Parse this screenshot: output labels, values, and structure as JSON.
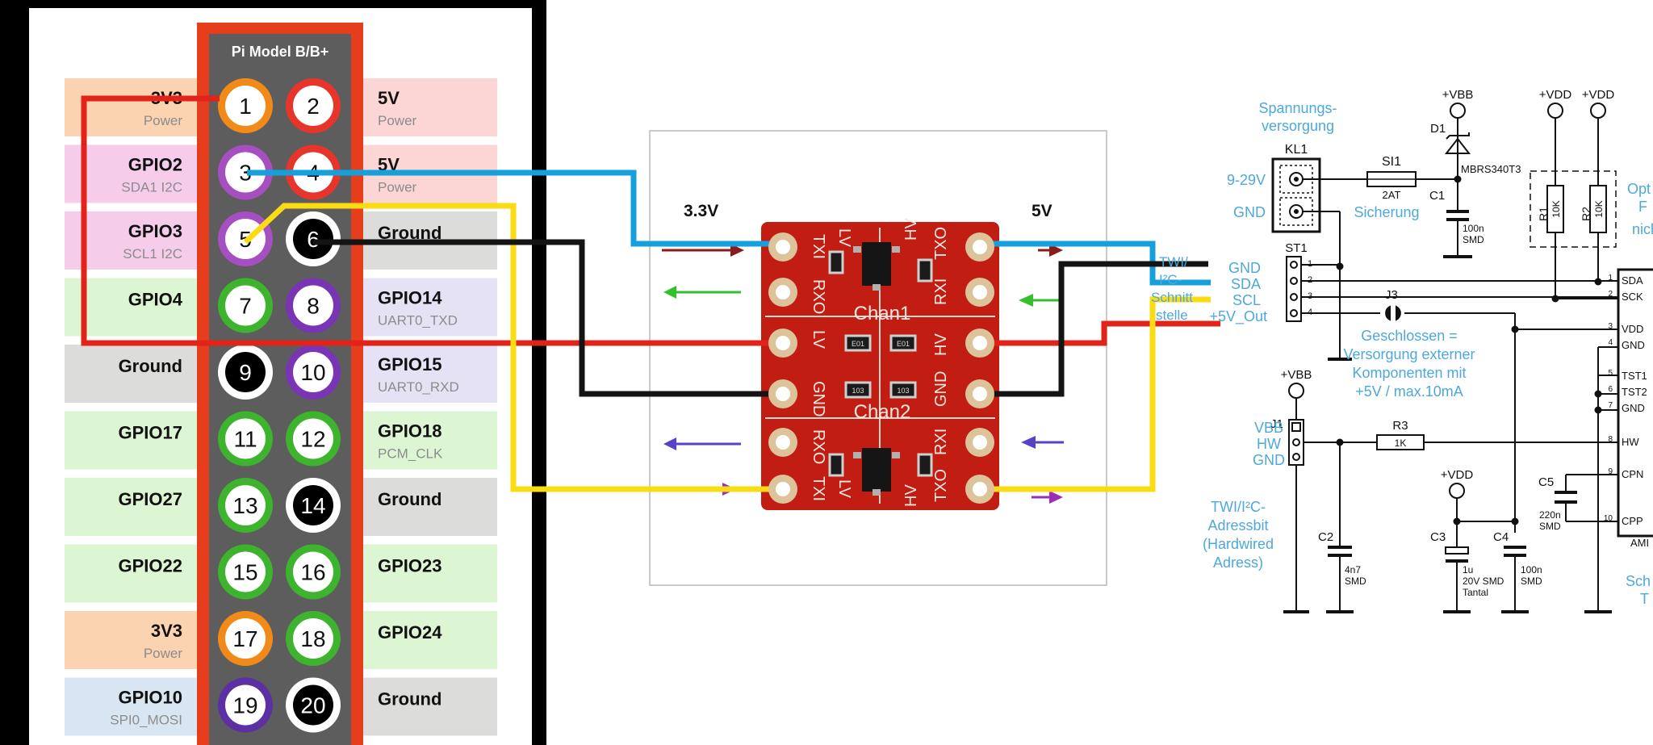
{
  "header": {
    "title": "Pi Model B/B+"
  },
  "pins": [
    {
      "num": "1",
      "ring": "#f28a1a",
      "fill": "#ffffff"
    },
    {
      "num": "2",
      "ring": "#e8352b",
      "fill": "#ffffff"
    },
    {
      "num": "3",
      "ring": "#a64fc0",
      "fill": "#ffffff"
    },
    {
      "num": "4",
      "ring": "#e8352b",
      "fill": "#ffffff"
    },
    {
      "num": "5",
      "ring": "#a64fc0",
      "fill": "#ffffff"
    },
    {
      "num": "6",
      "ring": "#ffffff",
      "fill": "#000000"
    },
    {
      "num": "7",
      "ring": "#3db32e",
      "fill": "#ffffff"
    },
    {
      "num": "8",
      "ring": "#7a35b5",
      "fill": "#ffffff"
    },
    {
      "num": "9",
      "ring": "#ffffff",
      "fill": "#000000"
    },
    {
      "num": "10",
      "ring": "#7a35b5",
      "fill": "#ffffff"
    },
    {
      "num": "11",
      "ring": "#3db32e",
      "fill": "#ffffff"
    },
    {
      "num": "12",
      "ring": "#3db32e",
      "fill": "#ffffff"
    },
    {
      "num": "13",
      "ring": "#3db32e",
      "fill": "#ffffff"
    },
    {
      "num": "14",
      "ring": "#ffffff",
      "fill": "#000000"
    },
    {
      "num": "15",
      "ring": "#3db32e",
      "fill": "#ffffff"
    },
    {
      "num": "16",
      "ring": "#3db32e",
      "fill": "#ffffff"
    },
    {
      "num": "17",
      "ring": "#f28a1a",
      "fill": "#ffffff"
    },
    {
      "num": "18",
      "ring": "#3db32e",
      "fill": "#ffffff"
    },
    {
      "num": "19",
      "ring": "#5c2fa3",
      "fill": "#ffffff"
    },
    {
      "num": "20",
      "ring": "#ffffff",
      "fill": "#000000"
    }
  ],
  "left_labels": [
    {
      "name": "3V3",
      "sub": "Power",
      "bg": "#fbd3b1"
    },
    {
      "name": "GPIO2",
      "sub": "SDA1 I2C",
      "bg": "#f5cdeb"
    },
    {
      "name": "GPIO3",
      "sub": "SCL1 I2C",
      "bg": "#f5cdeb"
    },
    {
      "name": "GPIO4",
      "sub": "",
      "bg": "#dcf5d3"
    },
    {
      "name": "Ground",
      "sub": "",
      "bg": "#dcdcda"
    },
    {
      "name": "GPIO17",
      "sub": "",
      "bg": "#dcf5d3"
    },
    {
      "name": "GPIO27",
      "sub": "",
      "bg": "#dcf5d3"
    },
    {
      "name": "GPIO22",
      "sub": "",
      "bg": "#dcf5d3"
    },
    {
      "name": "3V3",
      "sub": "Power",
      "bg": "#fbd3b1"
    },
    {
      "name": "GPIO10",
      "sub": "SPI0_MOSI",
      "bg": "#d8e6f3"
    }
  ],
  "right_labels": [
    {
      "name": "5V",
      "sub": "Power",
      "bg": "#fcd5d5"
    },
    {
      "name": "5V",
      "sub": "Power",
      "bg": "#fcd5d5"
    },
    {
      "name": "Ground",
      "sub": "",
      "bg": "#dcdcda"
    },
    {
      "name": "GPIO14",
      "sub": "UART0_TXD",
      "bg": "#e5e2f5"
    },
    {
      "name": "GPIO15",
      "sub": "UART0_RXD",
      "bg": "#e5e2f5"
    },
    {
      "name": "GPIO18",
      "sub": "PCM_CLK",
      "bg": "#dcf5d3"
    },
    {
      "name": "Ground",
      "sub": "",
      "bg": "#dcdcda"
    },
    {
      "name": "GPIO23",
      "sub": "",
      "bg": "#dcf5d3"
    },
    {
      "name": "GPIO24",
      "sub": "",
      "bg": "#dcf5d3"
    },
    {
      "name": "Ground",
      "sub": "",
      "bg": "#dcdcda"
    }
  ],
  "converter": {
    "low_side": "3.3V",
    "high_side": "5V",
    "left_pins": [
      "TXI",
      "RXO",
      "LV",
      "GND",
      "RXO",
      "TXI"
    ],
    "right_pins": [
      "TXO",
      "RXI",
      "HV",
      "GND",
      "RXI",
      "TXO"
    ],
    "top_left": "LV",
    "top_right": "HV",
    "bottom_left": "LV",
    "bottom_right": "HV",
    "chan1": "Chan1",
    "chan2": "Chan2",
    "smd_codes": [
      "E01",
      "E01",
      "103",
      "103"
    ]
  },
  "schematic": {
    "supply_label": [
      "Spannungs-",
      "versorgung"
    ],
    "kl1": "KL1",
    "v929": "9-29V",
    "gnd1": "GND",
    "si1": "SI1",
    "si1_val": "2AT",
    "sicherung": "Sicherung",
    "vbb_top": "+VBB",
    "d1": "D1",
    "d1_part": "MBRS340T3",
    "c1": "C1",
    "c1_val": [
      "100n",
      "SMD"
    ],
    "vdd1": "+VDD",
    "vdd2": "+VDD",
    "r1": "R1",
    "r2": "R2",
    "r1_val": "10K",
    "r2_val": "10K",
    "opt_cut": [
      "Opt",
      "F",
      "nich"
    ],
    "st1": "ST1",
    "st1_pins": [
      "1",
      "2",
      "3",
      "4"
    ],
    "twi_cut": [
      "TWI/",
      "I²C-",
      "Schnitt",
      "stelle"
    ],
    "gnd2": "GND",
    "sda": "SDA",
    "scl": "SCL",
    "v5out": "+5V_Out",
    "j3": "J3",
    "closed_note": [
      "Geschlossen =",
      "Versorgung externer",
      "Komponenten mit",
      "+5V / max.10mA"
    ],
    "vbb_j1": "+VBB",
    "j1": "J1",
    "vbb_hw_gnd": [
      "VBB",
      "HW",
      "GND"
    ],
    "r3": "R3",
    "r3_val": "1K",
    "vdd3": "+VDD",
    "c3": "C3",
    "c3_val": [
      "1u",
      "20V SMD",
      "Tantal"
    ],
    "c4": "C4",
    "c4_val": [
      "100n",
      "SMD"
    ],
    "c2": "C2",
    "c2_val": [
      "4n7",
      "SMD"
    ],
    "c5": "C5",
    "c5_val": [
      "220n",
      "SMD"
    ],
    "adr_note": [
      "TWI/I²C-",
      "Adressbit",
      "(Hardwired",
      "Adress)"
    ],
    "ic_pins": [
      "SDA",
      "SCK",
      "VDD",
      "GND",
      "TST1",
      "TST2",
      "GND",
      "HW",
      "CPN",
      "CPP"
    ],
    "ic_nums": [
      "1",
      "2",
      "3",
      "4",
      "5",
      "6",
      "7",
      "8",
      "9",
      "10"
    ],
    "ic_cut": "AMI",
    "sch_cut": [
      "Sch",
      "T"
    ]
  },
  "colors": {
    "wire_red": "#e2231a",
    "wire_blue": "#15a0dc",
    "wire_yellow": "#fbdc14",
    "wire_black": "#141414",
    "header_border": "#e63e1c",
    "header_bg": "#5d5d5d",
    "pcb": "#c21d12",
    "schematic_blue": "#4ea8dc"
  }
}
